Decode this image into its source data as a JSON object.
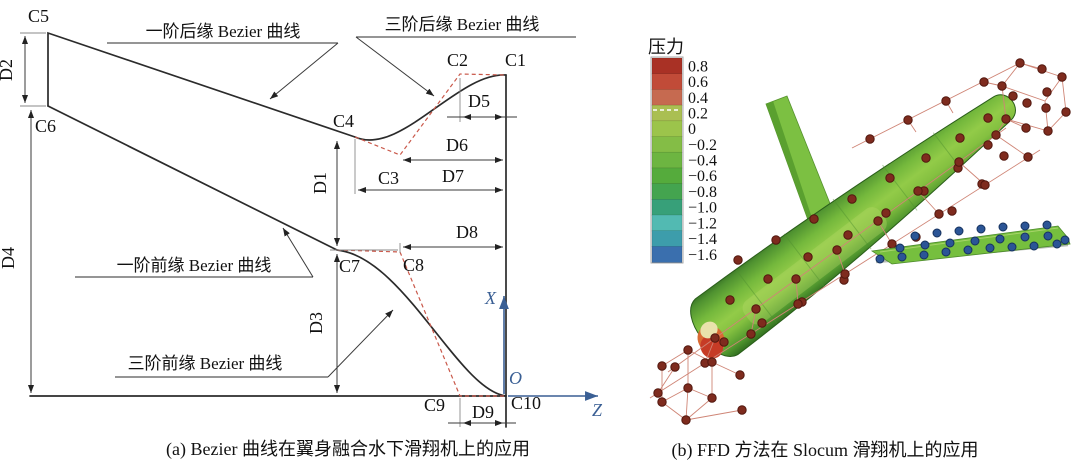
{
  "panel_a": {
    "caption": "(a) Bezier 曲线在翼身融合水下滑翔机上的应用",
    "curve_labels": {
      "trailing_first_order": "一阶后缘 Bezier 曲线",
      "trailing_third_order": "三阶后缘 Bezier 曲线",
      "leading_first_order": "一阶前缘 Bezier 曲线",
      "leading_third_order": "三阶前缘 Bezier 曲线"
    },
    "control_points": {
      "c1": "C1",
      "c2": "C2",
      "c3": "C3",
      "c4": "C4",
      "c5": "C5",
      "c6": "C6",
      "c7": "C7",
      "c8": "C8",
      "c9": "C9",
      "c10": "C10"
    },
    "dimensions": {
      "d1": "D1",
      "d2": "D2",
      "d3": "D3",
      "d4": "D4",
      "d5": "D5",
      "d6": "D6",
      "d7": "D7",
      "d8": "D8",
      "d9": "D9"
    },
    "axes": {
      "x": "X",
      "z": "Z",
      "origin": "O"
    }
  },
  "panel_b": {
    "caption": "(b) FFD 方法在 Slocum 滑翔机上的应用",
    "colorbar": {
      "title": "压力",
      "ticks": [
        "0.8",
        "0.6",
        "0.4",
        "0.2",
        "0",
        "−0.2",
        "−0.4",
        "−0.6",
        "−0.8",
        "−1.0",
        "−1.2",
        "−1.4",
        "−1.6"
      ],
      "band_colors": [
        "#a93125",
        "#c14b38",
        "#c66a50",
        "#aabf52",
        "#9cc44b",
        "#84bd46",
        "#6db541",
        "#55ab3c",
        "#44a44f",
        "#37a079",
        "#52bab2",
        "#3d9dab",
        "#3a6fae"
      ]
    }
  },
  "colors": {
    "control_polygon_dashed": "#c9584a",
    "axis_blue": "#3a5f94",
    "body_green": "#74b83c",
    "ffd_point_red": "#7e2b1e",
    "wing_point_blue": "#2b5596",
    "lattice_line": "#cf8576"
  }
}
